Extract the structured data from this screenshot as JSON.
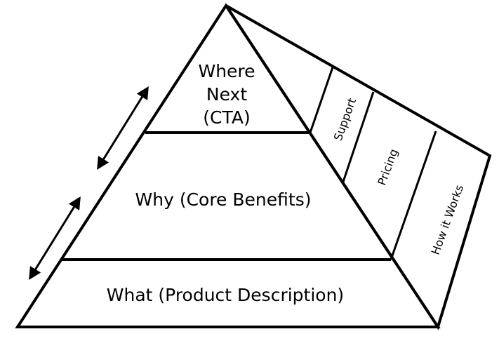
{
  "pyramid": {
    "levels": {
      "top": [
        "Where",
        "Next",
        "(CTA)"
      ],
      "middle": "Why (Core Benefits)",
      "bottom": "What (Product Description)"
    },
    "side_faces": [
      "Support",
      "Pricing",
      "How it Works"
    ]
  },
  "colors": {
    "stroke": "#000000",
    "background": "#ffffff"
  },
  "icons": [
    "double-arrow-icon",
    "double-arrow-icon"
  ]
}
